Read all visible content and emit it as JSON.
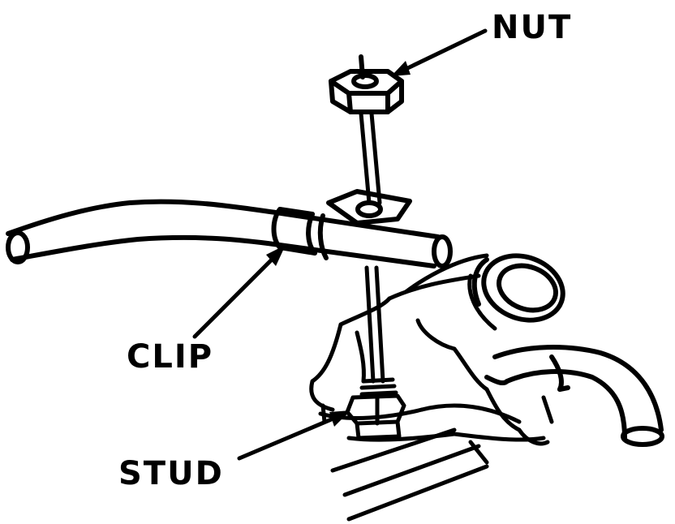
{
  "labels": {
    "nut": "NUT",
    "clip": "CLIP",
    "stud": "STUD"
  },
  "colors": {
    "ink": "#000000",
    "paper": "#ffffff"
  }
}
